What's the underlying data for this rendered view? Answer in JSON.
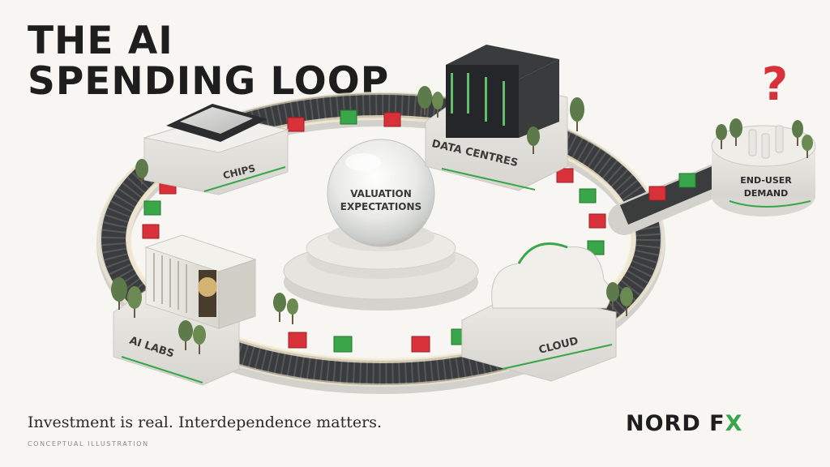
{
  "title": {
    "line1": "THE AI",
    "line2": "SPENDING LOOP"
  },
  "nodes": {
    "chips": "CHIPS",
    "data_centres": "DATA CENTRES",
    "end_user_line1": "END-USER",
    "end_user_line2": "DEMAND",
    "cloud": "CLOUD",
    "ai_labs": "AI LABS",
    "valuation_line1": "VALUATION",
    "valuation_line2": "EXPECTATIONS"
  },
  "question_mark": "?",
  "tagline": "Investment is real. Interdependence matters.",
  "caption": "CONCEPTUAL ILLUSTRATION",
  "brand": {
    "name": "NORD F",
    "accent": "X"
  },
  "colors": {
    "green": "#3aa64a",
    "red": "#d8313a",
    "dark": "#1e1e1e",
    "background": "#f7f6f2"
  }
}
